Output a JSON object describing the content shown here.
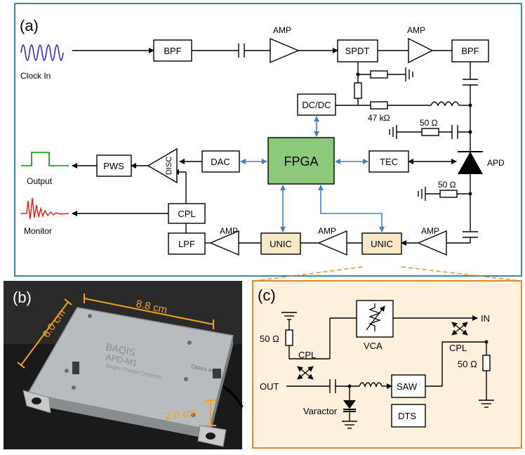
{
  "panel_a": {
    "label": "(a)",
    "clock_in": "Clock In",
    "output": "Output",
    "monitor": "Monitor",
    "bpf": "BPF",
    "amp": "AMP",
    "spdt": "SPDT",
    "dcdc": "DC/DC",
    "dac": "DAC",
    "fpga": "FPGA",
    "tec": "TEC",
    "apd": "APD",
    "pws": "PWS",
    "disc": "DISC",
    "cpl": "CPL",
    "lpf": "LPF",
    "unic": "UNIC",
    "r47k": "47 kΩ",
    "r50": "50 Ω"
  },
  "panel_b": {
    "label": "(b)",
    "dim_length": "8.8 cm",
    "dim_width": "6.0 cm",
    "dim_height": "2.0 cm",
    "device_brand": "BAQIS",
    "device_model": "APD-M1",
    "device_desc": "Single Photon Detector",
    "optics_in": "Optics In"
  },
  "panel_c": {
    "label": "(c)",
    "in": "IN",
    "out": "OUT",
    "vca": "VCA",
    "cpl": "CPL",
    "saw": "SAW",
    "dts": "DTS",
    "varactor": "Varactor",
    "r50": "50 Ω"
  },
  "colors": {
    "frame_a": "#3b8c98",
    "fpga_fill": "#8cc97a",
    "unic_fill": "#f7e9c8",
    "panel_c_fill": "#fdf0dd",
    "panel_c_border": "#e08a2e",
    "arrow_blue": "#4a7fc1",
    "clock_wave": "#2b2bd6",
    "output_wave": "#1aa51a",
    "monitor_wave": "#e01a1a",
    "dim_orange": "#f2a21b"
  }
}
